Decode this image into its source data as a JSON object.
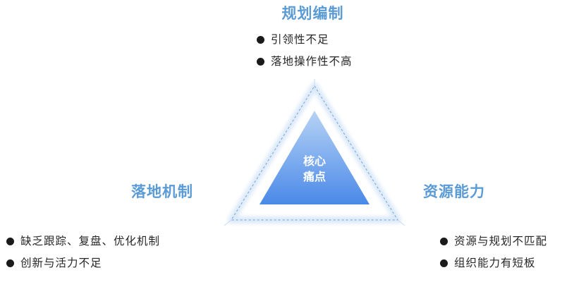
{
  "colors": {
    "heading": "#5b9bd5",
    "inner_triangle_top": "#b7d3f5",
    "inner_triangle_bottom": "#4a89e8",
    "outer_triangle_line": "#7fb0e6",
    "outer_triangle_glow": "#dce9f8",
    "center_text": "#ffffff",
    "bullet": "#1a1a1a"
  },
  "top": {
    "title": "规划编制",
    "points": [
      "引领性不足",
      "落地操作性不高"
    ]
  },
  "left": {
    "title": "落地机制",
    "points": [
      "缺乏跟踪、复盘、优化机制",
      "创新与活力不足"
    ]
  },
  "right": {
    "title": "资源能力",
    "points": [
      "资源与规划不匹配",
      "组织能力有短板"
    ]
  },
  "center": {
    "line1": "核心",
    "line2": "痛点"
  }
}
